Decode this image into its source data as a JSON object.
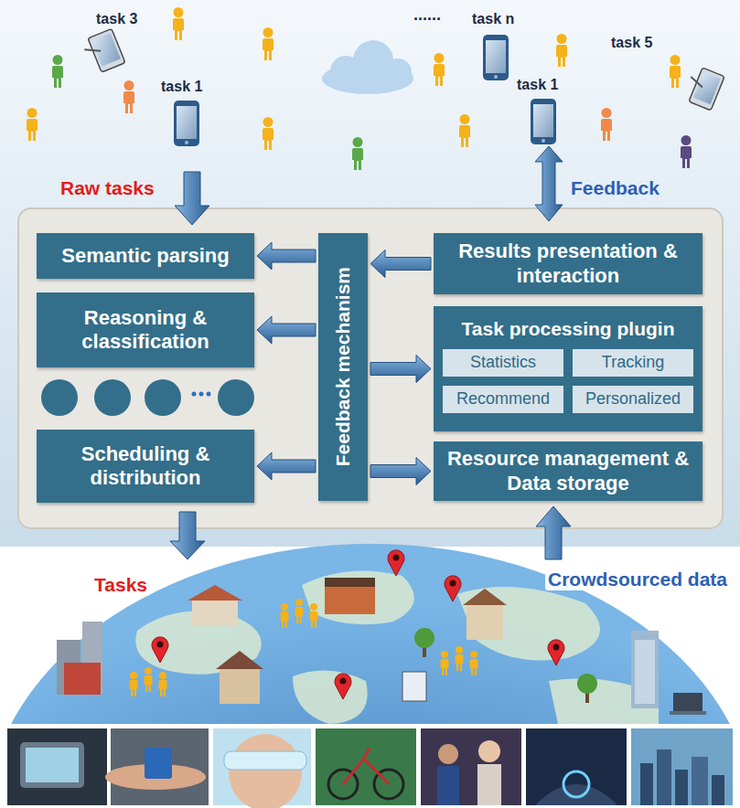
{
  "diagram": {
    "nodes": [
      {
        "text": [
          "Semantic parsing"
        ]
      },
      {
        "text": [
          "Reasoning & classification"
        ]
      },
      {
        "text": [
          "Scheduling & distribution"
        ]
      },
      {
        "text": [
          "Feedback mechanism"
        ]
      },
      {
        "text": [
          "Results presentation & interaction"
        ]
      },
      {
        "text": [
          "Task processing plugin"
        ]
      },
      {
        "text": [
          "Statistics"
        ],
        "in": 5
      },
      {
        "text": [
          "Tracking"
        ],
        "in": 5
      },
      {
        "text": [
          "Recommend"
        ],
        "in": 5
      },
      {
        "text": [
          "Personalized"
        ],
        "in": 5
      },
      {
        "text": [
          "Resource management & Data storage"
        ]
      }
    ],
    "edges": [
      {
        "from": 4,
        "to": 3,
        "arrow": "to"
      },
      {
        "from": 3,
        "to": 0,
        "arrow": "to"
      },
      {
        "from": 3,
        "to": 1,
        "arrow": "to"
      },
      {
        "from": 3,
        "to": 2,
        "arrow": "to"
      },
      {
        "from": 3,
        "to": 5,
        "arrow": "to"
      },
      {
        "from": 3,
        "to": 10,
        "arrow": "to"
      }
    ],
    "labels": [
      "task 3",
      "task 1",
      "......",
      "task n",
      "task 1",
      "task 5",
      "Raw tasks",
      "Feedback",
      "Tasks",
      "Crowdsourced data"
    ]
  }
}
